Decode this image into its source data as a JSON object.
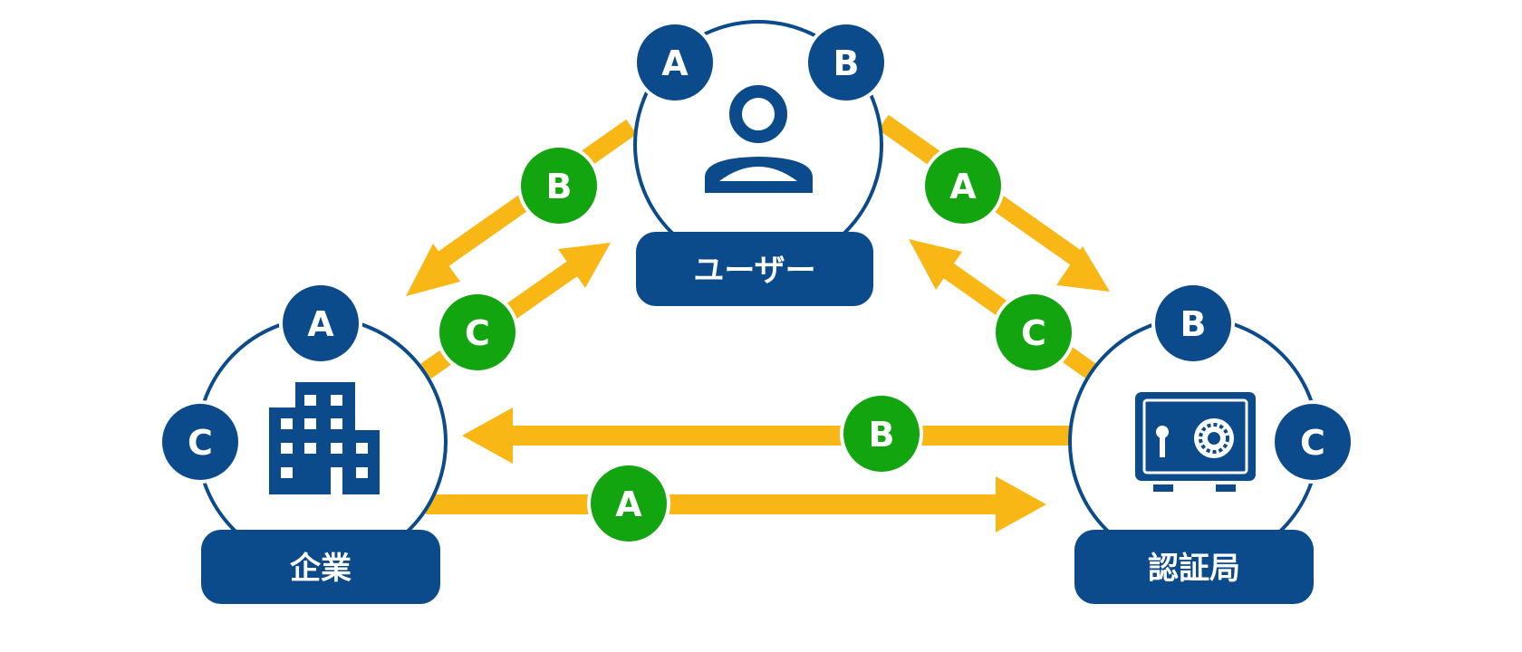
{
  "colors": {
    "primary": "#0b4a8b",
    "accent_green": "#13a50f",
    "arrow": "#f8b714",
    "background": "#ffffff"
  },
  "nodes": {
    "user": {
      "label": "ユーザー",
      "icon": "user-icon"
    },
    "company": {
      "label": "企業",
      "icon": "building-icon"
    },
    "ca": {
      "label": "認証局",
      "icon": "safe-icon"
    }
  },
  "badges": {
    "user_a": "A",
    "user_b": "B",
    "company_a": "A",
    "company_c": "C",
    "ca_b": "B",
    "ca_c": "C"
  },
  "flows": {
    "user_to_company": "B",
    "company_to_user": "C",
    "user_to_ca": "A",
    "ca_to_user": "C",
    "ca_to_company": "B",
    "company_to_ca": "A"
  }
}
